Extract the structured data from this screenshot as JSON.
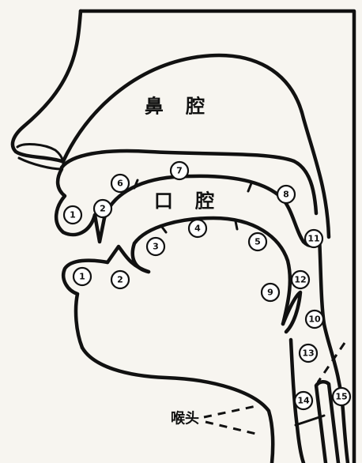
{
  "labels": {
    "nasal_cavity": "鼻 腔",
    "oral_cavity": "口 腔",
    "larynx": "喉头"
  },
  "markers": [
    {
      "id": "upper-lip",
      "text": "1"
    },
    {
      "id": "upper-teeth",
      "text": "2"
    },
    {
      "id": "gum-ridge",
      "text": "6"
    },
    {
      "id": "hard-palate",
      "text": "7"
    },
    {
      "id": "soft-palate",
      "text": "8"
    },
    {
      "id": "uvula",
      "text": "11"
    },
    {
      "id": "lower-lip",
      "text": "1"
    },
    {
      "id": "lower-teeth",
      "text": "2"
    },
    {
      "id": "tongue-tip",
      "text": "3"
    },
    {
      "id": "tongue-front",
      "text": "4"
    },
    {
      "id": "tongue-back",
      "text": "5"
    },
    {
      "id": "tongue-root",
      "text": "9"
    },
    {
      "id": "pharynx",
      "text": "12"
    },
    {
      "id": "epiglottis",
      "text": "10"
    },
    {
      "id": "vocal-cords",
      "text": "13"
    },
    {
      "id": "larynx-front",
      "text": "14"
    },
    {
      "id": "larynx-back",
      "text": "15"
    }
  ]
}
